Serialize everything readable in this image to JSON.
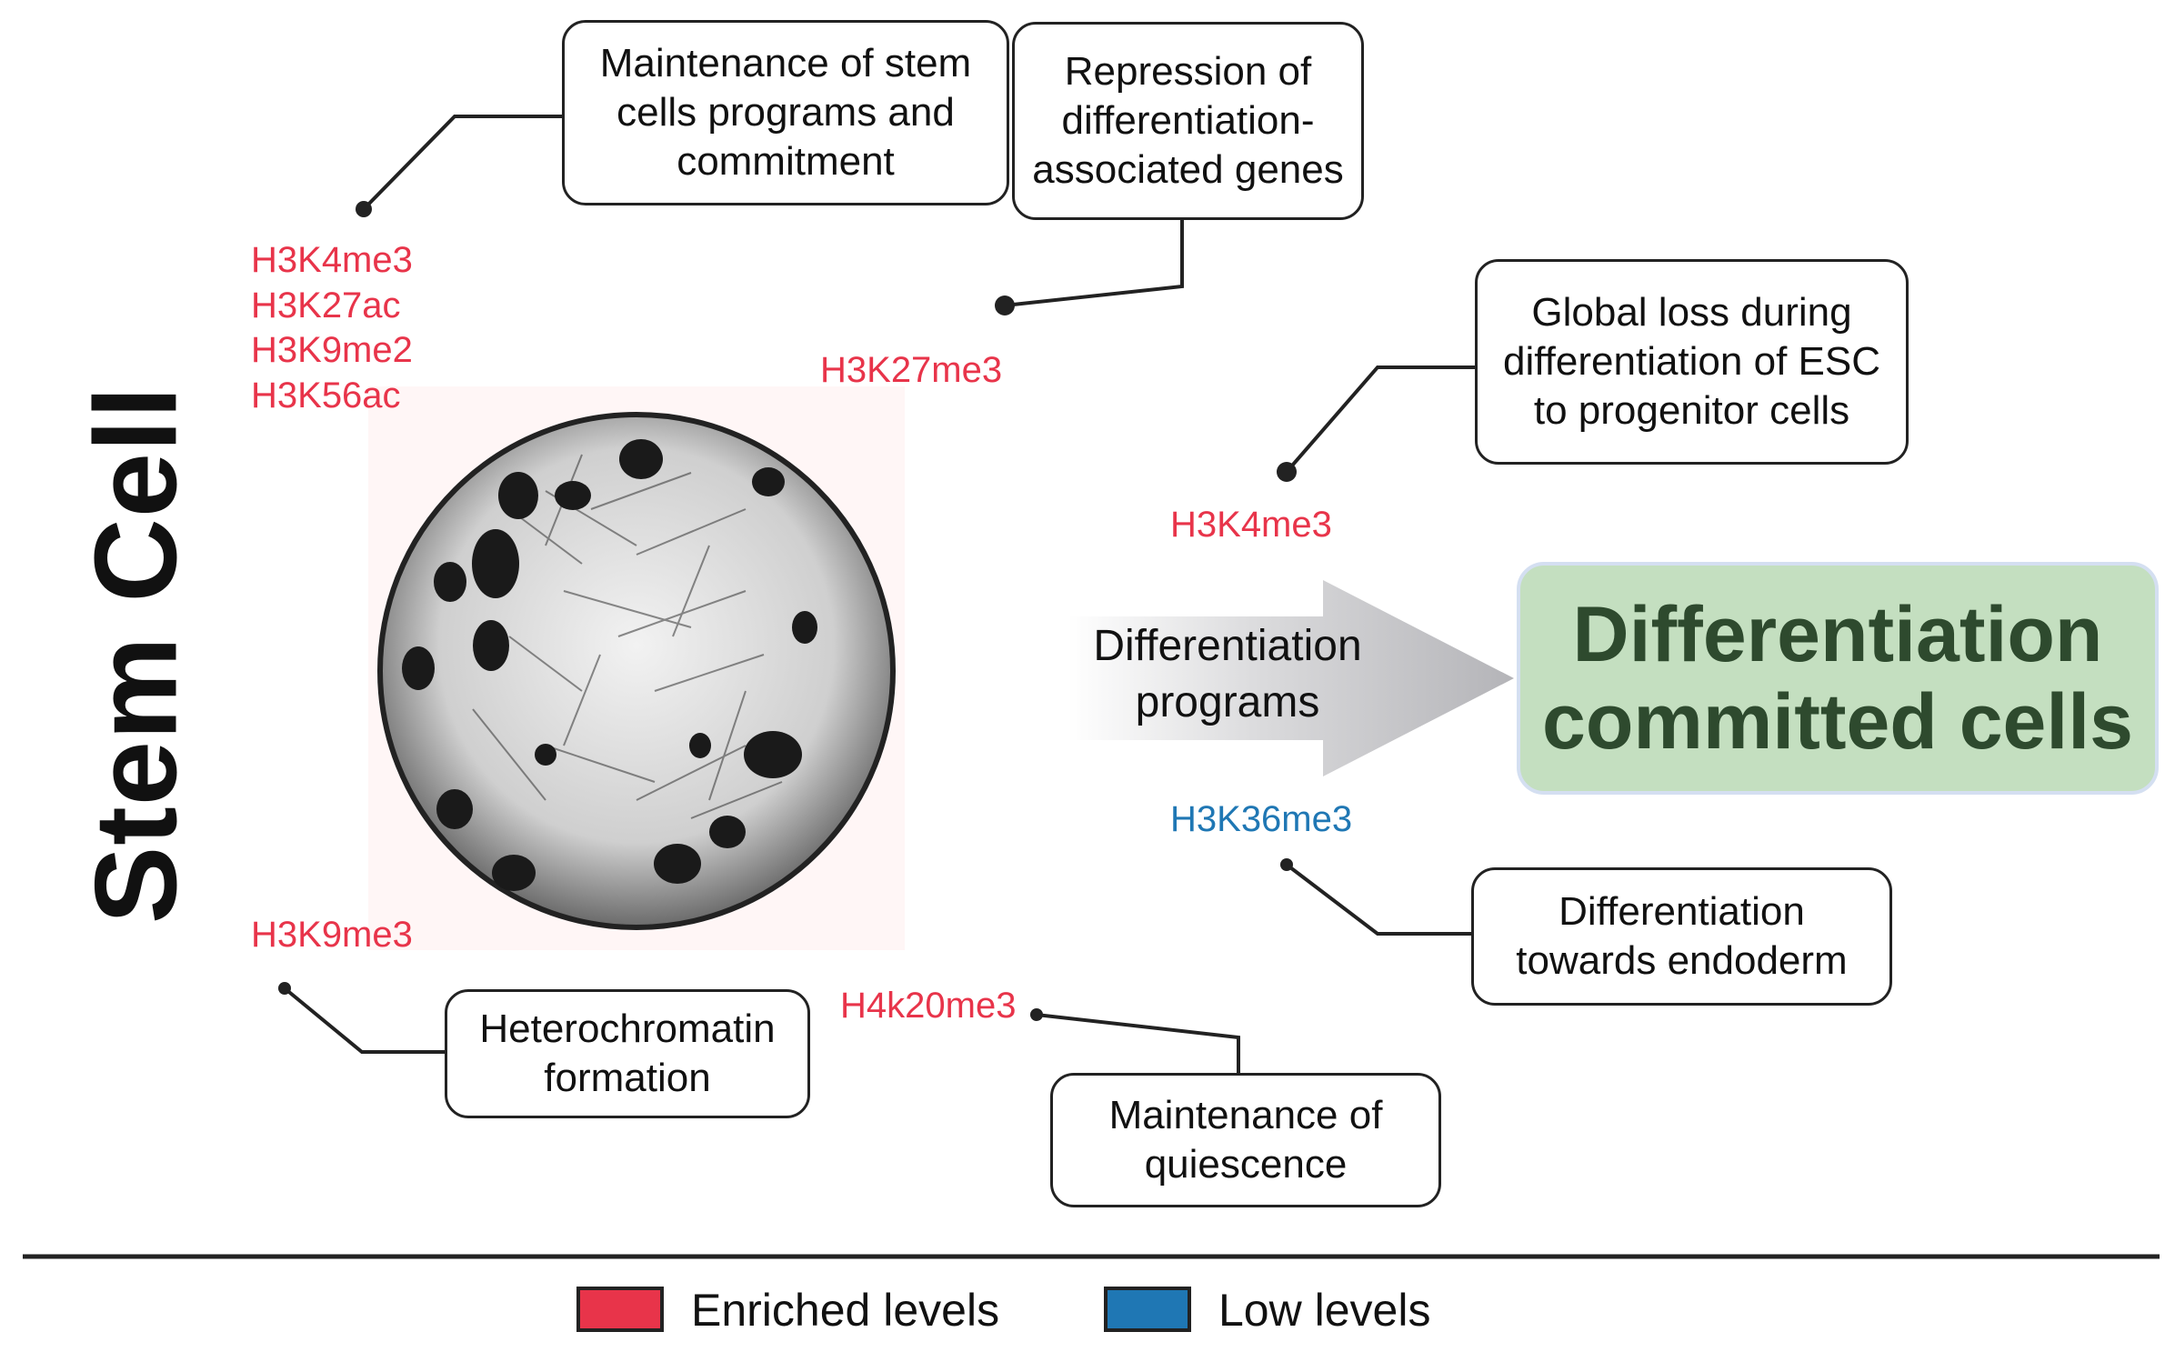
{
  "title": "Stem Cell",
  "process_label": "Differentiation\nprograms",
  "outcome": "Differentiation\ncommitted cells",
  "marks": {
    "stem_top_left": "H3K4me3\nH3K27ac\nH3K9me2\nH3K56ac",
    "stem_top_right": "H3K27me3",
    "stem_bottom_left": "H3K9me3",
    "stem_bottom_right": "H4k20me3",
    "diff_top": "H3K4me3",
    "diff_bottom": "H3K36me3"
  },
  "boxes": {
    "maintenance_programs": "Maintenance of stem\ncells programs and\ncommitment",
    "repression": "Repression of\ndifferentiation-\nassociated genes",
    "global_loss": "Global loss during\ndifferentiation of ESC\nto progenitor cells",
    "endoderm": "Differentiation\ntowards endoderm",
    "heterochromatin": "Heterochromatin\nformation",
    "quiescence": "Maintenance of\nquiescence"
  },
  "legend": {
    "enriched": {
      "label": "Enriched levels",
      "color": "#e8344a"
    },
    "low": {
      "label": "Low levels",
      "color": "#1f77b4"
    }
  },
  "colors": {
    "enriched": "#e8344a",
    "low": "#1f77b4",
    "outcome_fill": "#c4dfc0",
    "outcome_text": "#2e4a2e"
  }
}
